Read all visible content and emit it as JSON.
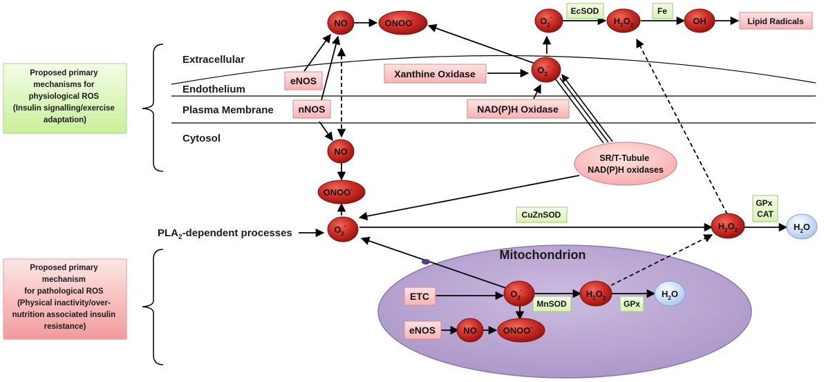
{
  "regions": {
    "extracellular": "Extracellular",
    "endothelium": "Endothelium",
    "plasma_membrane": "Plasma Membrane",
    "cytosol": "Cytosol"
  },
  "side_boxes": {
    "physiological": [
      "Proposed primary",
      "mechanisms for",
      "physiological ROS",
      "(Insulin signalling/exercise",
      "adaptation)"
    ],
    "pathological": [
      "Proposed primary",
      "mechanism",
      "for pathological ROS",
      "(Physical inactivity/over-",
      "nutrition associated insulin",
      "resistance)"
    ]
  },
  "enzymes": {
    "enos_top": "eNOS",
    "nnos": "nNOS",
    "xanthine_oxidase": "Xanthine Oxidase",
    "nadph_oxidase": "NAD(P)H Oxidase",
    "etc": "ETC",
    "enos_mito": "eNOS",
    "lipid_radicals": "Lipid Radicals"
  },
  "catalysts": {
    "ecsod": "EcSOD",
    "fe": "Fe",
    "cuznsod": "CuZnSOD",
    "gpx_cat_1": "GPx",
    "gpx_cat_2": "CAT",
    "mnsod": "MnSOD",
    "gpx": "GPx"
  },
  "molecules": {
    "no": "NO",
    "onoo": "ONOO",
    "onoo_sup": "-",
    "o2": "O",
    "o2_sub": "2",
    "o2_sup": "-",
    "h2o2_a": "H",
    "h2o2_b": "2",
    "h2o2_c": "O",
    "h2o2_d": "2",
    "h2o_a": "H",
    "h2o_b": "2",
    "h2o_c": "O",
    "oh": "OH"
  },
  "sr_tubule": [
    "SR/T-Tubule",
    "NAD(P)H oxidases"
  ],
  "pla2": {
    "prefix": "PLA",
    "sub": "2",
    "suffix": "-dependent processes"
  },
  "mitochondrion": "Mitochondrion",
  "colors": {
    "red_node": "#c8201e",
    "pink_box": "#f8c6c6",
    "green_box": "#e6f7c8",
    "mito_fill": "#b9a6d3",
    "blue_node": "#c9dcf5"
  }
}
